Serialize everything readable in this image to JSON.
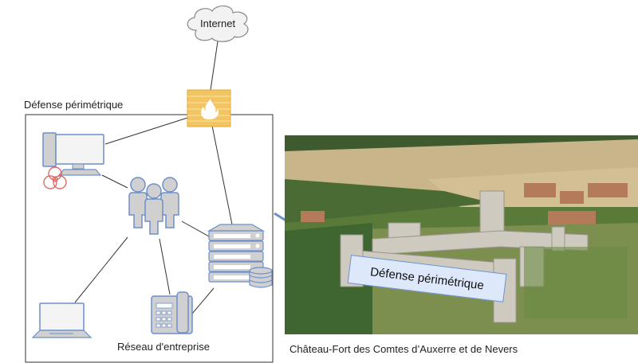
{
  "diagram": {
    "cloud_label": "Internet",
    "perimeter_title": "Défense périmétrique",
    "network_label": "Réseau d'entreprise",
    "photo_callout": "Défense périmétrique",
    "photo_caption": "Château-Fort des Comtes d’Auxerre et de Nevers",
    "icons": [
      "cloud-icon",
      "firewall-icon",
      "infected-computer-icon",
      "users-icon",
      "server-database-icon",
      "laptop-icon",
      "phone-icon"
    ],
    "colors": {
      "icon_fill": "#d0d0d0",
      "icon_stroke": "#6d8fc9",
      "firewall": "#f2c462",
      "biohazard": "#d9534f",
      "callout_fill": "#dde8fa",
      "connector": "#333333"
    }
  }
}
